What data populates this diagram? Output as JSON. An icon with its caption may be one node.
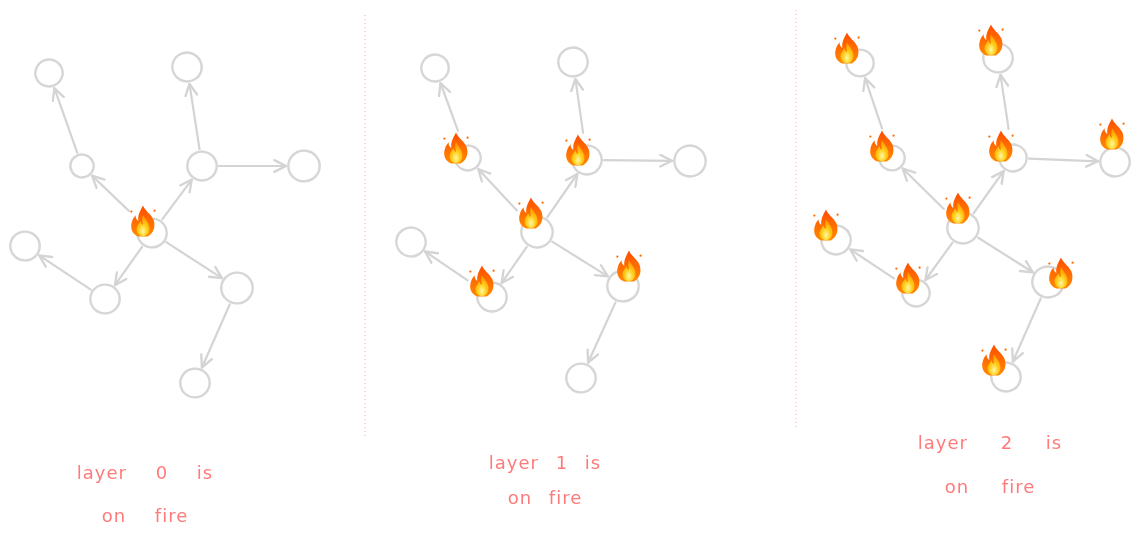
{
  "diagram": {
    "nodes": [
      {
        "text": [],
        "shape": "circle"
      },
      {
        "text": [],
        "shape": "circle"
      },
      {
        "text": [],
        "shape": "circle"
      },
      {
        "text": [],
        "shape": "circle"
      },
      {
        "text": [],
        "shape": "circle"
      },
      {
        "text": [],
        "shape": "circle"
      },
      {
        "text": [],
        "shape": "circle"
      },
      {
        "text": [],
        "shape": "circle"
      },
      {
        "text": [],
        "shape": "circle"
      },
      {
        "text": [],
        "shape": "circle"
      },
      {
        "text": [],
        "shape": "circle"
      },
      {
        "text": [],
        "shape": "circle"
      },
      {
        "text": [],
        "shape": "circle"
      },
      {
        "text": [],
        "shape": "circle"
      },
      {
        "text": [],
        "shape": "circle"
      },
      {
        "text": [],
        "shape": "circle"
      },
      {
        "text": [],
        "shape": "circle"
      },
      {
        "text": [],
        "shape": "circle"
      },
      {
        "text": [],
        "shape": "circle"
      },
      {
        "text": [],
        "shape": "circle"
      },
      {
        "text": [],
        "shape": "circle"
      },
      {
        "text": [],
        "shape": "circle"
      },
      {
        "text": [],
        "shape": "circle"
      },
      {
        "text": [],
        "shape": "circle"
      },
      {
        "text": [],
        "shape": "circle"
      },
      {
        "text": [],
        "shape": "circle"
      },
      {
        "text": [],
        "shape": "circle"
      },
      {
        "text": [],
        "shape": "circle"
      },
      {
        "text": [],
        "shape": "circle"
      },
      {
        "text": [],
        "shape": "circle"
      }
    ],
    "edges": [
      {
        "from": 5,
        "to": 2,
        "arrow": "to"
      },
      {
        "from": 2,
        "to": 0,
        "arrow": "to"
      },
      {
        "from": 5,
        "to": 3,
        "arrow": "to"
      },
      {
        "from": 3,
        "to": 1,
        "arrow": "to"
      },
      {
        "from": 3,
        "to": 4,
        "arrow": "to"
      },
      {
        "from": 5,
        "to": 7,
        "arrow": "to"
      },
      {
        "from": 7,
        "to": 6,
        "arrow": "to"
      },
      {
        "from": 5,
        "to": 8,
        "arrow": "to"
      },
      {
        "from": 8,
        "to": 9,
        "arrow": "to"
      },
      {
        "from": 15,
        "to": 12,
        "arrow": "to"
      },
      {
        "from": 12,
        "to": 10,
        "arrow": "to"
      },
      {
        "from": 15,
        "to": 13,
        "arrow": "to"
      },
      {
        "from": 13,
        "to": 11,
        "arrow": "to"
      },
      {
        "from": 13,
        "to": 14,
        "arrow": "to"
      },
      {
        "from": 15,
        "to": 17,
        "arrow": "to"
      },
      {
        "from": 17,
        "to": 16,
        "arrow": "to"
      },
      {
        "from": 15,
        "to": 18,
        "arrow": "to"
      },
      {
        "from": 18,
        "to": 19,
        "arrow": "to"
      },
      {
        "from": 25,
        "to": 22,
        "arrow": "to"
      },
      {
        "from": 22,
        "to": 20,
        "arrow": "to"
      },
      {
        "from": 25,
        "to": 23,
        "arrow": "to"
      },
      {
        "from": 23,
        "to": 21,
        "arrow": "to"
      },
      {
        "from": 23,
        "to": 24,
        "arrow": "to"
      },
      {
        "from": 25,
        "to": 27,
        "arrow": "to"
      },
      {
        "from": 27,
        "to": 26,
        "arrow": "to"
      },
      {
        "from": 25,
        "to": 28,
        "arrow": "to"
      },
      {
        "from": 28,
        "to": 29,
        "arrow": "to"
      }
    ],
    "labels": [
      "layer 0 is on fire",
      "layer 1 is on fire",
      "layer 2 is on fire"
    ]
  }
}
